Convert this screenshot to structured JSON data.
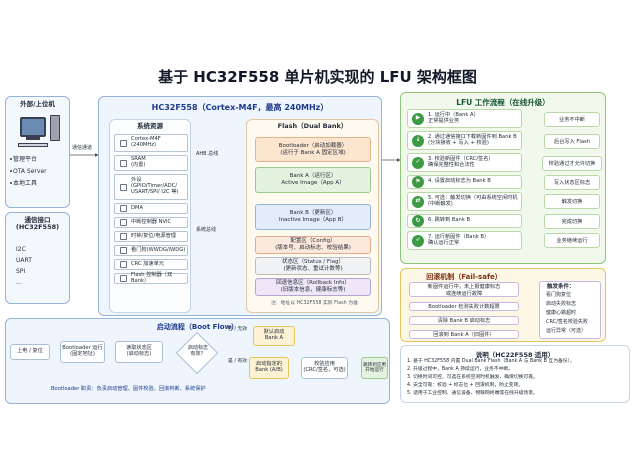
{
  "title": "基于 HC32F558 单片机实现的 LFU 架构框图",
  "host": {
    "header": "外部/上位机",
    "items": [
      "管理平台",
      "OTA Server",
      "本地工具"
    ],
    "arrow_label": "通信通道"
  },
  "ports": {
    "header": "通信接口\n(HC32F558)",
    "items": [
      "I2C",
      "UART",
      "SPI",
      "..."
    ]
  },
  "mcu": {
    "header": "HC32F558（Cortex-M4F，最高 240MHz）",
    "resources": {
      "header": "系统资源",
      "items": [
        "Cortex-M4F\n(240MHz)",
        "SRAM\n(内置)",
        "外设\n(GPIO/Timer/ADC/\nUSART/SPI/ I2C 等)",
        "DMA",
        "中断控制器 NVIC",
        "时钟/复位/电源管理",
        "看门狗(WWDG/IWDG)",
        "CRC 加速单元",
        "Flash 控制器（双Bank）"
      ]
    },
    "ahb_label": "AHB 总线",
    "sysbus_label": "系统总线",
    "flash": {
      "header": "Flash（Dual Bank）",
      "blocks": [
        "Bootloader（启动加载器）\n(运行于 Bank A 固定区域)",
        "Bank A（运行区）\nActive Image（App A）",
        "Bank B（更新区）\nInactive Image（App B）",
        "配置区（Config）\n(版本号、启动标志、校验结果)",
        "状态区（Status / Flag）\n(更新状态、重试计数等)",
        "回退信息区（Rollback Info）\n(旧版本信息，健康标志等)"
      ],
      "note": "注：地址以 HC32F558 实际 Flash 为准"
    }
  },
  "lfu": {
    "header": "LFU 工作流程（在线升级）",
    "steps": [
      "1. 运行中（Bank A）\n正常提供业务",
      "2. 通过通信接口下载新固件到 Bank B\n(分块接收 + 写入 + 校验)",
      "3. 校验新固件（CRC/签名）\n确保完整性和合法性",
      "4. 设置启动标志为 Bank B",
      "5. 可选：触发切换（可由系统空闲时机\n(中断触发)",
      "6. 跳转到 Bank B",
      "7. 运行新固件（Bank B）\n确认运行正常"
    ],
    "notes": [
      "业务不中断",
      "后台写入 Flash",
      "校验通过才允许切换",
      "写入状态区标志",
      "触发切换",
      "完成切换",
      "业务继续运行"
    ]
  },
  "failsafe": {
    "header": "回滚机制（Fail-safe）",
    "steps": [
      "新固件运行中，未上报健康标志\n或连续运行故障",
      "Bootloader 检测失败计数超限",
      "清除 Bank B 启动标志",
      "回滚到 Bank A（旧固件）"
    ],
    "triggers_header": "触发条件：",
    "triggers": [
      "看门狗复位",
      "启动失败标志",
      "健康心跳超时",
      "CRC/签名校验失败",
      "运行异常（可选）"
    ]
  },
  "notes": {
    "header": "说明（HC22F558 适用）",
    "lines": [
      "1. 基于 HC32F558 内置 Dual Bank Flash（Bank A 与 Bank B 互为备份）。",
      "2. 升级过程中，Bank A 持续运行，业务不中断。",
      "3. 切换时间可控，可选在系统空闲时机触发，确保切换可靠。",
      "4. 安全可靠：校验 + 标志位 + 回滚机制，防止变砖。",
      "5. 适用于工业控制、通信设备、物联网终端等在线升级场景。"
    ]
  },
  "boot": {
    "header": "启动流程（Boot Flow）",
    "nodes": [
      "上电 / 复位",
      "Bootloader 运行\n(固定地址)",
      "读取状态区\n(启动标志)",
      "启动标志\n有效？",
      "默认启动\nBank A",
      "启动指定的\nBank (A/B)",
      "校验应用\n(CRC/签名，可选)",
      "跳转到应用\n开始运行"
    ],
    "no_label": "否 / 无效",
    "yes_label": "是 / 有效",
    "footer": "Bootloader 职责：负责启动管理、固件校验、回滚判断、系统保护"
  }
}
